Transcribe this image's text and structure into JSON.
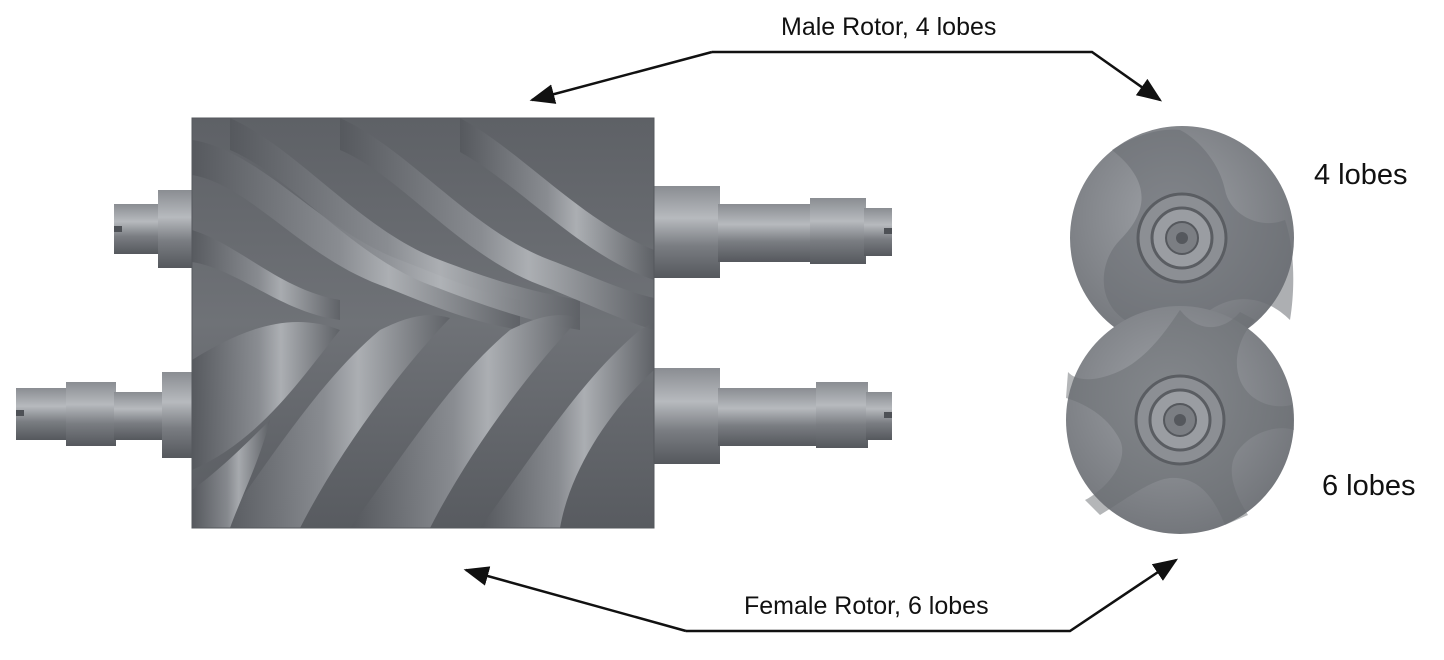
{
  "labels": {
    "male_rotor": "Male Rotor, 4 lobes",
    "female_rotor": "Female Rotor, 6 lobes",
    "end_view_top": "4 lobes",
    "end_view_bottom": "6 lobes"
  },
  "colors": {
    "rotor_base": "#6b6e73",
    "rotor_light": "#9a9da2",
    "rotor_dark": "#4e5156",
    "end_face": "#8e9196",
    "arrow": "#111111",
    "text": "#111111",
    "background": "#ffffff"
  },
  "rotors": {
    "male_lobes": 4,
    "female_lobes": 6
  }
}
